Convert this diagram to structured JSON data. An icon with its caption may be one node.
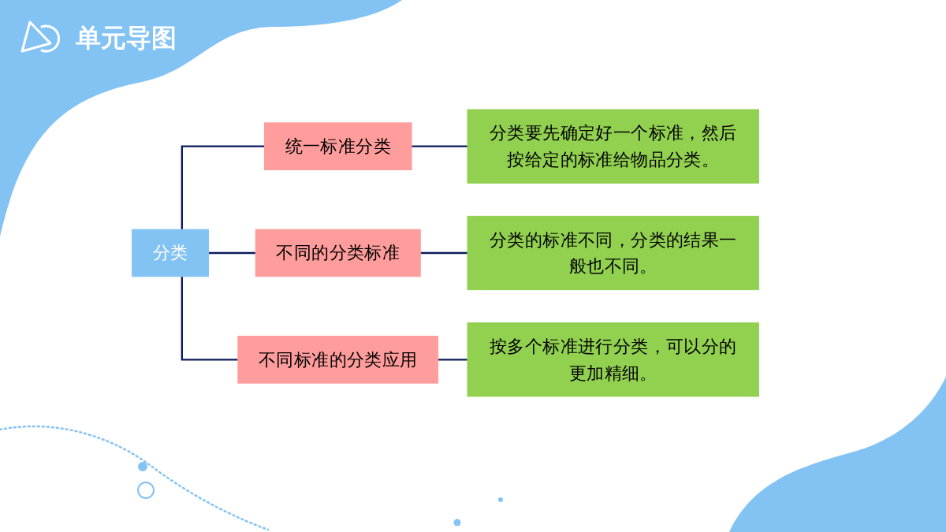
{
  "diagram": {
    "title": "单元导图",
    "nodes": [
      {
        "text": [
          "分类"
        ]
      },
      {
        "text": [
          "统一标准分类"
        ]
      },
      {
        "text": [
          "不同的分类标准"
        ]
      },
      {
        "text": [
          "不同标准的分类应用"
        ]
      },
      {
        "text": [
          "分类要先确定好一个标准，然后按给定的标准给物品分类。"
        ]
      },
      {
        "text": [
          "分类的标准不同，分类的结果一般也不同。"
        ]
      },
      {
        "text": [
          "按多个标准进行分类，可以分的更加精细。"
        ]
      }
    ],
    "edges": [
      {
        "from": 0,
        "to": 1,
        "arrow": "none"
      },
      {
        "from": 0,
        "to": 2,
        "arrow": "none"
      },
      {
        "from": 0,
        "to": 3,
        "arrow": "none"
      },
      {
        "from": 1,
        "to": 4,
        "arrow": "none"
      },
      {
        "from": 2,
        "to": 5,
        "arrow": "none"
      },
      {
        "from": 3,
        "to": 6,
        "arrow": "none"
      }
    ]
  }
}
